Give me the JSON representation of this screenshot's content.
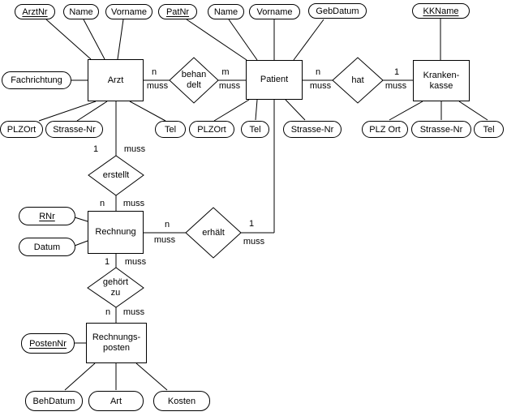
{
  "entities": {
    "arzt": {
      "label": "Arzt"
    },
    "patient": {
      "label": "Patient"
    },
    "krankenkasse": {
      "label": "Kranken-\nkasse"
    },
    "rechnung": {
      "label": "Rechnung"
    },
    "rechnungsposten": {
      "label": "Rechnungs-\nposten"
    }
  },
  "relationships": {
    "behandelt": {
      "label": "behan\ndelt"
    },
    "hat": {
      "label": "hat"
    },
    "erstellt": {
      "label": "erstellt"
    },
    "erhaelt": {
      "label": "erhält"
    },
    "gehoert_zu": {
      "label": "gehört\nzu"
    }
  },
  "attributes": {
    "arztnr": {
      "label": "ArztNr",
      "is_key": true
    },
    "arzt_name": {
      "label": "Name",
      "is_key": false
    },
    "arzt_vorname": {
      "label": "Vorname",
      "is_key": false
    },
    "fachrichtung": {
      "label": "Fachrichtung",
      "is_key": false
    },
    "arzt_plzort": {
      "label": "PLZOrt",
      "is_key": false
    },
    "arzt_strasse_nr": {
      "label": "Strasse-Nr",
      "is_key": false
    },
    "arzt_tel": {
      "label": "Tel",
      "is_key": false
    },
    "patnr": {
      "label": "PatNr",
      "is_key": true
    },
    "patient_name": {
      "label": "Name",
      "is_key": false
    },
    "patient_vorname": {
      "label": "Vorname",
      "is_key": false
    },
    "gebdatum": {
      "label": "GebDatum",
      "is_key": false
    },
    "patient_plzort": {
      "label": "PLZOrt",
      "is_key": false
    },
    "patient_tel": {
      "label": "Tel",
      "is_key": false
    },
    "patient_strasse_nr": {
      "label": "Strasse-Nr",
      "is_key": false
    },
    "kkname": {
      "label": "KKName",
      "is_key": true
    },
    "kk_plz_ort": {
      "label": "PLZ Ort",
      "is_key": false
    },
    "kk_strasse_nr": {
      "label": "Strasse-Nr",
      "is_key": false
    },
    "kk_tel": {
      "label": "Tel",
      "is_key": false
    },
    "rnr": {
      "label": "RNr",
      "is_key": true
    },
    "datum": {
      "label": "Datum",
      "is_key": false
    },
    "postennr": {
      "label": "PostenNr",
      "is_key": true
    },
    "behdatum": {
      "label": "BehDatum",
      "is_key": false
    },
    "art": {
      "label": "Art",
      "is_key": false
    },
    "kosten": {
      "label": "Kosten",
      "is_key": false
    }
  },
  "cardinalities": [
    {
      "edge": "arzt-behandelt",
      "value": "n",
      "constraint": "muss"
    },
    {
      "edge": "behandelt-patient",
      "value": "m",
      "constraint": "muss"
    },
    {
      "edge": "patient-hat",
      "value": "n",
      "constraint": "muss"
    },
    {
      "edge": "hat-krankenkasse",
      "value": "1",
      "constraint": "muss"
    },
    {
      "edge": "arzt-erstellt",
      "value": "1",
      "constraint": "muss"
    },
    {
      "edge": "erstellt-rechnung",
      "value": "n",
      "constraint": "muss"
    },
    {
      "edge": "rechnung-erhaelt",
      "value": "n",
      "constraint": "muss"
    },
    {
      "edge": "erhaelt-patient",
      "value": "1",
      "constraint": "muss"
    },
    {
      "edge": "rechnung-gehoertzu",
      "value": "1",
      "constraint": "muss"
    },
    {
      "edge": "gehoertzu-rechnungsposten",
      "value": "n",
      "constraint": "muss"
    }
  ]
}
